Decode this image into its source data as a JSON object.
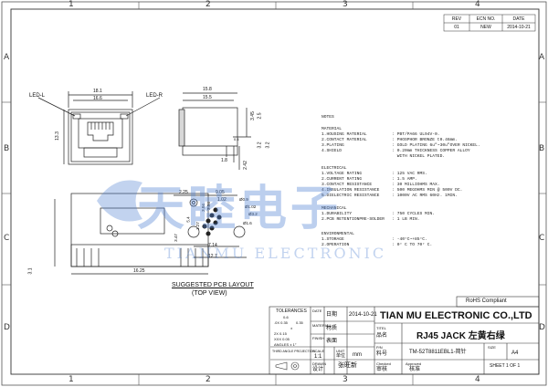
{
  "zones": {
    "columns": [
      "1",
      "2",
      "3",
      "4"
    ],
    "rows": [
      "A",
      "B",
      "C",
      "D"
    ]
  },
  "revision_table": {
    "headers": [
      "REV",
      "ECN NO.",
      "DATE"
    ],
    "row": [
      "01",
      "NEW",
      "2014-10-21"
    ]
  },
  "front_view": {
    "label_left": "LED-L",
    "label_right": "LED-R",
    "dim_width_outer": "18.1",
    "dim_width_inner": "16.6",
    "dim_height": "13.3"
  },
  "side_view": {
    "dims": [
      "15.8",
      "15.5",
      "3.45",
      "2.5",
      "3.2",
      "1.8",
      "2.42",
      "0.4",
      "3.2"
    ]
  },
  "pcb_layout": {
    "dims": [
      "2.25",
      "9.05",
      "1.02",
      "3.04",
      "2.54",
      "Ø0.9",
      "5.4",
      "1.27",
      "Ø1.02",
      "Ø3.2",
      "Ø1.6",
      "3.47",
      "7.14",
      "12.7",
      "16.25",
      "3.1"
    ],
    "caption": "SUGGESTED PCB LAYOUT",
    "subcaption": "(TOP VIEW)"
  },
  "notes": {
    "title": "NOTES",
    "material_title": "MATERIAL",
    "material": [
      "1.HOUSING MATERIAL          : PBT/PA66 UL94V-0.",
      "2.CONTACT MATERIAL          : PHOSPHOR BRONZE t0.46mm.",
      "3.PLATING                   : GOLD PLATING 6u\"~30u\"OVER NICKEL.",
      "4.SHIELD                    : 0.20mm THICKNESS COPPER ALLOY",
      "                              WITH NICKEL PLATED."
    ],
    "electrical_title": "ELECTRICAL",
    "electrical": [
      "1.VOLTAGE RATING            : 125 VAC RMS.",
      "2.CURRENT RATING            : 1.5 AMP.",
      "3.CONTACT RESISTANCE        : 30 MILLIOHMS MAX.",
      "4.INSULATION RESISTANCE     : 500 MEGOHMS MIN @ 500V DC.",
      "5.DIELECTRIC RESISTANCE     : 1000V AC RMS 60Hz. 1MIN."
    ],
    "mechanical_title": "MECHANICAL",
    "mechanical": [
      "1.DURABILITY                : 750 CYCLES MIN.",
      "2.PCB RETENTIONPRE-SOLDER   : 1 LB MIN."
    ],
    "environmental_title": "ENVIRONMENTAL",
    "environmental": [
      "1.STORAGE                   : -40°C~+85°C.",
      "2.OPERATION                 : 0° C TO 70° C."
    ]
  },
  "watermark": {
    "line1": "天睦电子",
    "line2": "TIANMU ELECTRONIC"
  },
  "title_block": {
    "rohs": "RoHS Compliant",
    "tolerances_title": "TOLERANCES",
    "tolerances_rows": [
      "0-6",
      ".0X  0.35",
      "0.35",
      "±",
      "2X  0.15",
      "XXX  0.05",
      "ANGLES  ±  1°"
    ],
    "date_label_cn": "日期",
    "date_label_en": "DATE",
    "date_value": "2014-10-21",
    "material_label_en": "MATERIAL",
    "material_label_cn": "材质",
    "finish_label_en": "FINISH",
    "finish_label_cn": "表面",
    "drawn_label_cn": "设计",
    "drawn_label_en": "DRAWN",
    "drawn_name": "张旺新",
    "checked_label_en": "Checked",
    "checked_label_cn": "审核",
    "approved_label_en": "Approved",
    "approved_label_cn": "核准",
    "third_angle": "THIRD ANGLE PROJECTION",
    "scale_label": "SCALE",
    "scale_value": "1:1",
    "unit_label": "UNIT",
    "unit_label_cn": "单位",
    "unit_value": "mm",
    "company": "TIAN MU ELECTRONIC CO.,LTD",
    "title_label_en": "TITEL",
    "title_label_cn": "品名",
    "part_title": "RJ45  JACK 左黄右绿",
    "part_no_label_en": "P/N",
    "part_no_label_cn": "料号",
    "part_no": "TM-52T8811EBL1-简针",
    "size_label": "SIZE",
    "size_value": "A4",
    "sheet": "SHEET  1  OF  1"
  }
}
